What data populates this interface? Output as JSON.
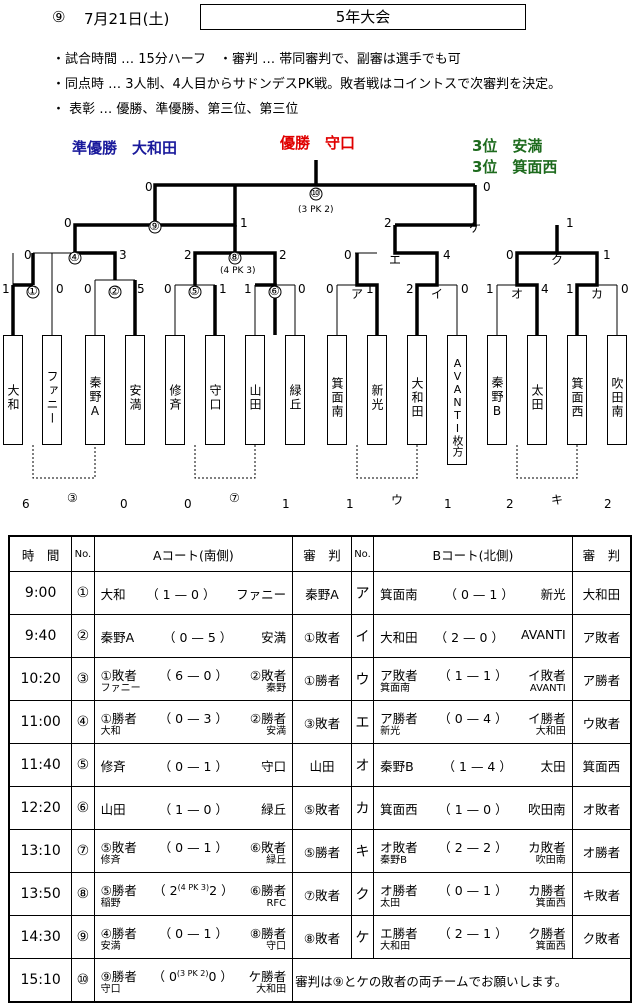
{
  "header": {
    "num": "⑨",
    "date": "7月21日(土)",
    "title": "5年大会"
  },
  "rules": [
    "・試合時間 … 15分ハーフ　・審判 … 帯同審判で、副審は選手でも可",
    "・同点時 … 3人制、4人目からサドンデスPK戦。敗者戦はコイントスで次審判を決定。",
    "・ 表彰 … 優勝、準優勝、第三位、第三位"
  ],
  "awards": {
    "runner_up": "準優勝　大和田",
    "winner": "優勝　守口",
    "third1": "3位　安満",
    "third2": "3位　箕面西",
    "colors": {
      "runner_up": "#1a1a9c",
      "winner": "#e00000",
      "third": "#1e6b1e"
    }
  },
  "bracket": {
    "teams": [
      "大和",
      "ファニー",
      "秦野A",
      "安満",
      "修斉",
      "守口",
      "山田",
      "緑丘",
      "箕面南",
      "新光",
      "大和田",
      "AVANTI枚方",
      "秦野B",
      "太田",
      "箕面西",
      "吹田南"
    ],
    "match_labels": [
      "①",
      "②",
      "⑤",
      "⑥",
      "ア",
      "イ",
      "オ",
      "カ",
      "④",
      "⑧",
      "エ",
      "ク",
      "⑨",
      "ケ",
      "⑩",
      "③",
      "⑦",
      "ウ",
      "キ"
    ],
    "pk_labels": [
      "(3 PK 2)",
      "(4 PK 3)"
    ],
    "scores": {
      "r1": [
        "1",
        "0",
        "0",
        "5",
        "0",
        "1",
        "1",
        "0",
        "0",
        "1",
        "2",
        "0",
        "1",
        "4",
        "1",
        "0"
      ],
      "r2": [
        "0",
        "3",
        "2",
        "2",
        "0",
        "4",
        "0",
        "1"
      ],
      "semi": [
        "0",
        "1",
        "2",
        "1"
      ],
      "final": [
        "0",
        "0"
      ],
      "loser": [
        "6",
        "0",
        "0",
        "1",
        "1",
        "1",
        "2",
        "2"
      ]
    }
  },
  "schedule": {
    "headers": {
      "time": "時　間",
      "no": "No.",
      "court_a": "Aコート(南側)",
      "ref": "審　判",
      "court_b": "Bコート(北側)"
    },
    "rows": [
      {
        "time": "9:00",
        "a_no": "①",
        "a_l": "大和",
        "a_s": "（ 1 — 0 ）",
        "a_r": "ファニー",
        "a_ref": "秦野A",
        "b_no": "ア",
        "b_l": "箕面南",
        "b_s": "（ 0 — 1 ）",
        "b_r": "新光",
        "b_ref": "大和田"
      },
      {
        "time": "9:40",
        "a_no": "②",
        "a_l": "秦野A",
        "a_s": "（ 0 — 5 ）",
        "a_r": "安満",
        "a_ref": "①敗者",
        "b_no": "イ",
        "b_l": "大和田",
        "b_s": "（ 2 — 0 ）",
        "b_r": "AVANTI",
        "b_ref": "ア敗者"
      },
      {
        "time": "10:20",
        "a_no": "③",
        "a_l": "①敗者",
        "a_s": "（ 6 — 0 ）",
        "a_r": "②敗者",
        "a_sl": "ファニー",
        "a_sr": "秦野",
        "a_ref": "①勝者",
        "b_no": "ウ",
        "b_l": "ア敗者",
        "b_s": "（ 1 — 1 ）",
        "b_r": "イ敗者",
        "b_sl": "箕面南",
        "b_sr": "AVANTI",
        "b_ref": "ア勝者"
      },
      {
        "time": "11:00",
        "a_no": "④",
        "a_l": "①勝者",
        "a_s": "（ 0 — 3 ）",
        "a_r": "②勝者",
        "a_sl": "大和",
        "a_sr": "安満",
        "a_ref": "③敗者",
        "b_no": "エ",
        "b_l": "ア勝者",
        "b_s": "（ 0 — 4 ）",
        "b_r": "イ勝者",
        "b_sl": "新光",
        "b_sr": "大和田",
        "b_ref": "ウ敗者"
      },
      {
        "time": "11:40",
        "a_no": "⑤",
        "a_l": "修斉",
        "a_s": "（ 0 — 1 ）",
        "a_r": "守口",
        "a_ref": "山田",
        "b_no": "オ",
        "b_l": "秦野B",
        "b_s": "（ 1 — 4 ）",
        "b_r": "太田",
        "b_ref": "箕面西"
      },
      {
        "time": "12:20",
        "a_no": "⑥",
        "a_l": "山田",
        "a_s": "（ 1 — 0 ）",
        "a_r": "緑丘",
        "a_ref": "⑤敗者",
        "b_no": "カ",
        "b_l": "箕面西",
        "b_s": "（ 1 — 0 ）",
        "b_r": "吹田南",
        "b_ref": "オ敗者"
      },
      {
        "time": "13:10",
        "a_no": "⑦",
        "a_l": "⑤敗者",
        "a_s": "（ 0 — 1 ）",
        "a_r": "⑥敗者",
        "a_sl": "修斉",
        "a_sr": "緑丘",
        "a_ref": "⑤勝者",
        "b_no": "キ",
        "b_l": "オ敗者",
        "b_s": "（ 2 — 2 ）",
        "b_r": "カ敗者",
        "b_sl": "秦野B",
        "b_sr": "吹田南",
        "b_ref": "オ勝者"
      },
      {
        "time": "13:50",
        "a_no": "⑧",
        "a_l": "⑤勝者",
        "a_s1": "（ 2",
        "a_pk": "(4 PK 3)",
        "a_s2": "2 ）",
        "a_r": "⑥勝者",
        "a_sl": "稲野",
        "a_sr": "RFC",
        "a_ref": "⑦敗者",
        "b_no": "ク",
        "b_l": "オ勝者",
        "b_s": "（ 0 — 1 ）",
        "b_r": "カ勝者",
        "b_sl": "太田",
        "b_sr": "箕面西",
        "b_ref": "キ敗者"
      },
      {
        "time": "14:30",
        "a_no": "⑨",
        "a_l": "④勝者",
        "a_s": "（ 0 — 1 ）",
        "a_r": "⑧勝者",
        "a_sl": "安満",
        "a_sr": "守口",
        "a_ref": "⑧敗者",
        "b_no": "ケ",
        "b_l": "エ勝者",
        "b_s": "（ 2 — 1 ）",
        "b_r": "ク勝者",
        "b_sl": "大和田",
        "b_sr": "箕面西",
        "b_ref": "ク敗者"
      },
      {
        "time": "15:10",
        "a_no": "⑩",
        "a_l": "⑨勝者",
        "a_s1": "（ 0",
        "a_pk": "(3 PK 2)",
        "a_s2": "0 ）",
        "a_r": "ケ勝者",
        "a_sl": "守口",
        "a_sr": "大和田",
        "note": "審判は⑨とケの敗者の両チームでお願いします。"
      }
    ]
  }
}
